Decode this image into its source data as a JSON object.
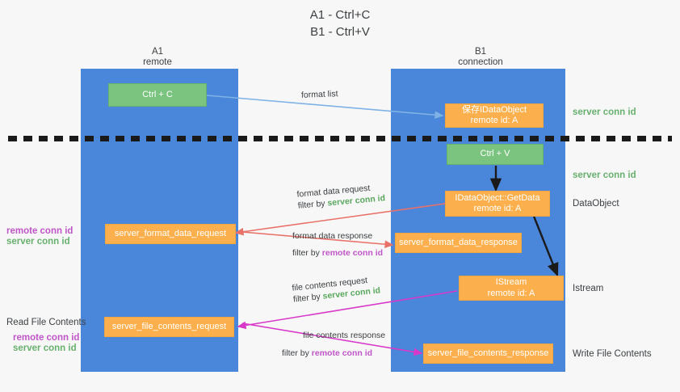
{
  "title": "A1 - Ctrl+C\nB1 - Ctrl+V",
  "columns": {
    "left": {
      "name": "A1",
      "role": "remote"
    },
    "right": {
      "name": "B1",
      "role": "connection"
    }
  },
  "boxes": {
    "ctrl_c": "Ctrl + C",
    "ctrl_v": "Ctrl + V",
    "save_idataobject": "保存IDataObject\nremote id: A",
    "idataobject_getdata": "IDataObject::GetData\nremote id: A",
    "istream": "IStream\nremote id: A",
    "server_format_data_request": "server_format_data_request",
    "server_format_data_response": "server_format_data_response",
    "server_file_contents_request": "server_file_contents_request",
    "server_file_contents_response": "server_file_contents_response"
  },
  "edge_labels": {
    "format_list": "format list",
    "format_data_request": "format data request",
    "format_data_request_filter_prefix": "filter by ",
    "format_data_request_filter_value": "server conn id",
    "format_data_response": "format data response",
    "format_data_response_filter_prefix": "filter by ",
    "format_data_response_filter_value": "remote conn id",
    "file_contents_request": "file contents request",
    "file_contents_request_filter_prefix": "filter by ",
    "file_contents_request_filter_value": "server conn id",
    "file_contents_response": "file contents response",
    "file_contents_response_filter_prefix": "filter by ",
    "file_contents_response_filter_value": "remote conn id"
  },
  "right_labels": {
    "server_conn_id_top": "server conn id",
    "server_conn_id_second": "server conn id",
    "dataobject": "DataObject",
    "istream": "Istream",
    "write_file_contents": "Write File Contents"
  },
  "left_labels": {
    "remote_conn_id_upper": "remote conn id",
    "server_conn_id_upper": "server conn id",
    "read_file_contents": "Read File Contents",
    "remote_conn_id_lower": "remote conn id",
    "server_conn_id_lower": "server conn id"
  },
  "colors": {
    "lane": "#4a86d9",
    "green_box": "#7bc47f",
    "orange_box": "#fbb04d",
    "green_text": "#68b06e",
    "purple_text": "#c055c8",
    "arrow_blue": "#7fb2e5",
    "arrow_red": "#e8726a",
    "arrow_magenta": "#d838c8",
    "arrow_black": "#1a1a1a",
    "background": "#f7f7f7"
  }
}
